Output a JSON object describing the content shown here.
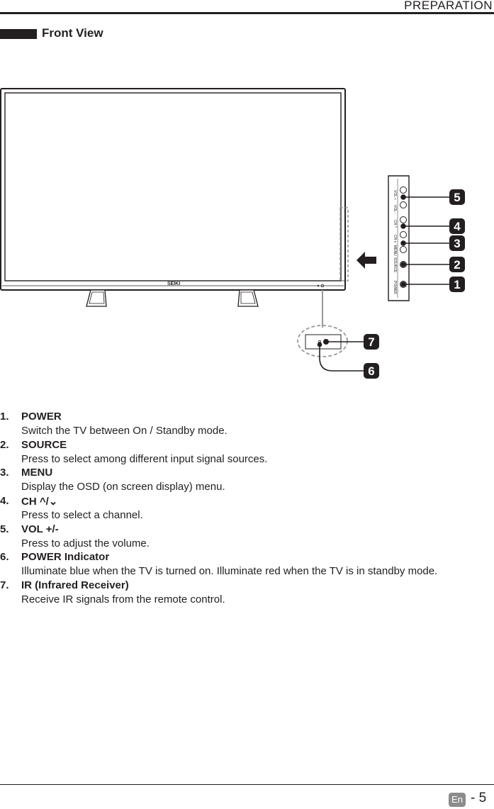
{
  "header": {
    "title": "PREPARATION"
  },
  "section": {
    "title": "Front View"
  },
  "figure": {
    "brand": "SEIKI",
    "callouts": [
      "1",
      "2",
      "3",
      "4",
      "5",
      "6",
      "7"
    ],
    "button_labels": [
      "VOL +",
      "VOL -",
      "CH ^",
      "CH v",
      "MENU",
      "SOURCE",
      "POWER"
    ]
  },
  "items": [
    {
      "num": "1.",
      "term": "POWER",
      "desc": "Switch the TV between On / Standby mode."
    },
    {
      "num": "2.",
      "term": "SOURCE",
      "desc": "Press to select among different input signal sources."
    },
    {
      "num": "3.",
      "term": "MENU",
      "desc": "Display the OSD (on screen display) menu."
    },
    {
      "num": "4.",
      "term": "CH  ^/⌄",
      "desc": "Press to select a channel."
    },
    {
      "num": "5.",
      "term": "VOL +/-",
      "desc": "Press to adjust the volume."
    },
    {
      "num": "6.",
      "term": "POWER Indicator",
      "desc": "Illuminate blue when the TV is turned on. Illuminate red when the TV is in standby mode."
    },
    {
      "num": "7.",
      "term": "IR (Infrared Receiver)",
      "desc": "Receive IR signals from the remote control."
    }
  ],
  "footer": {
    "lang": "En",
    "page": "- 5"
  }
}
